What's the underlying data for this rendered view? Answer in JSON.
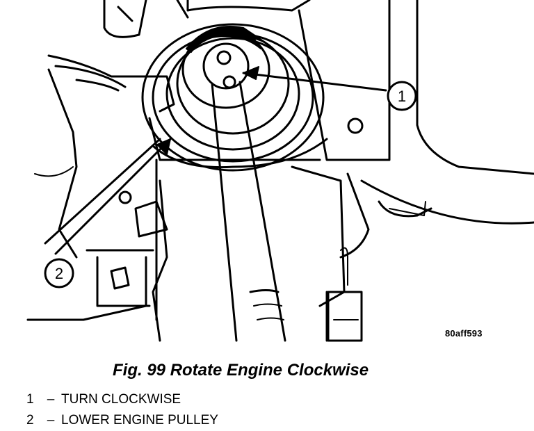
{
  "figure": {
    "code": "80aff593",
    "caption": "Fig. 99 Rotate Engine Clockwise",
    "callouts": [
      "1",
      "2"
    ],
    "legend": [
      {
        "num": "1",
        "dash": "–",
        "text": "TURN CLOCKWISE"
      },
      {
        "num": "2",
        "dash": "–",
        "text": "LOWER ENGINE PULLEY"
      }
    ]
  }
}
